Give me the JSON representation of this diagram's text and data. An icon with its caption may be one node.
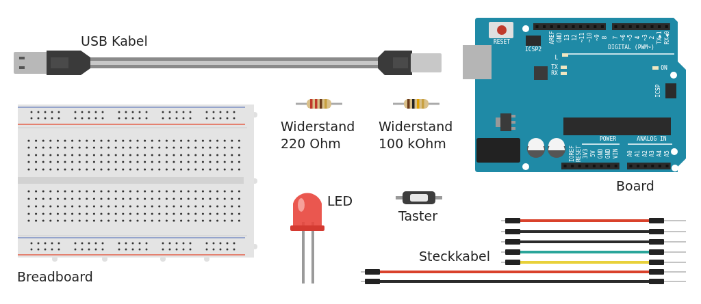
{
  "diagram": {
    "labels": [
      "USB Kabel",
      "Widerstand 220 Ohm",
      "Widerstand 100 kOhm",
      "Board",
      "LED",
      "Taster",
      "Steckkabel",
      "Breadboard",
      "RESET",
      "ICSP2",
      "AREF",
      "GND",
      "13",
      "12",
      "~11",
      "~10",
      "~9",
      "8",
      "7",
      "~6",
      "~5",
      "4",
      "~3",
      "2",
      "TX▶1",
      "RX◀0",
      "DIGITAL (PWM~)",
      "L",
      "TX",
      "RX",
      "ON",
      "ICSP",
      "IOREF",
      "RESET",
      "3V3",
      "5V",
      "GND",
      "GND",
      "VIN",
      "POWER",
      "ANALOG IN",
      "A0",
      "A1",
      "A2",
      "A3",
      "A4",
      "A5"
    ]
  }
}
